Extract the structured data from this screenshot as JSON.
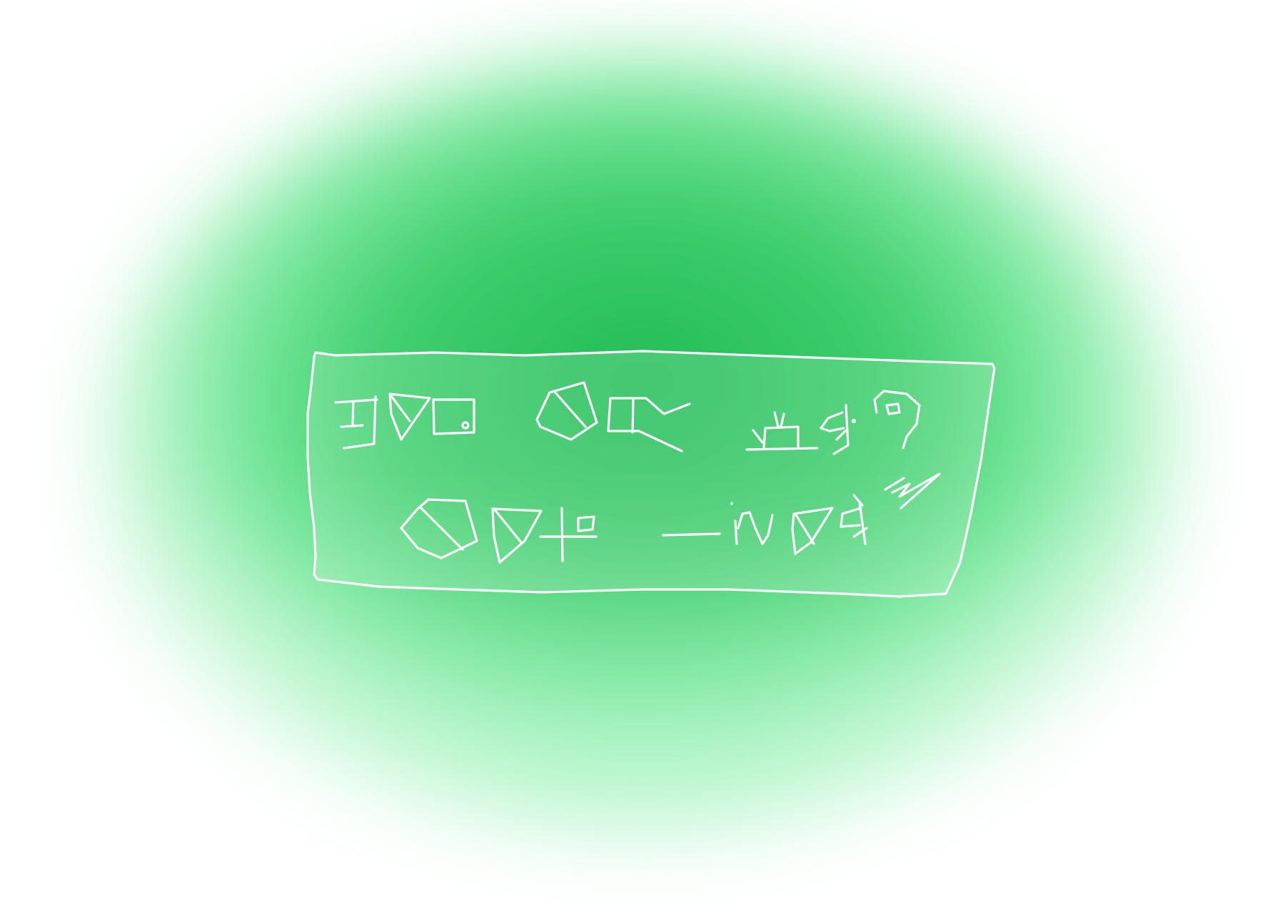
{
  "colors": {
    "background": "#ffffff",
    "glow_core": "#22bb55",
    "glow_mid": "#6ee896",
    "glow_light": "#b7fbcf",
    "ink": "#ffffff"
  },
  "sign": {
    "description_shown": false,
    "row1_groups": [
      "glyph-group-1",
      "glyph-group-2",
      "glyph-group-3"
    ],
    "row2_groups": [
      "glyph-group-4",
      "glyph-group-5"
    ]
  }
}
